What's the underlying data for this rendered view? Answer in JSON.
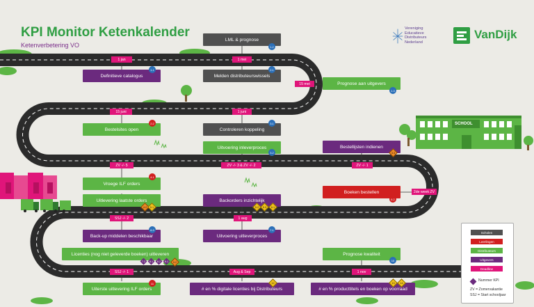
{
  "header": {
    "title": "KPI Monitor Ketenkalender",
    "subtitle": "Ketenverbetering VO"
  },
  "logos": {
    "vedn_lines": "Vereniging\nEducatieve\nDistributeurs\nNederland",
    "vandijk": "VanDijk"
  },
  "colors": {
    "scholen": "#505050",
    "leerlingen": "#d11f1f",
    "distributeurs": "#5cb545",
    "uitgevers": "#6b2a7e",
    "deadline": "#e0157a",
    "road": "#2b2b2b",
    "background": "#ecebe6"
  },
  "dates": {
    "jan1": "1 jan",
    "mei1": "1 mei",
    "mei15": "15 mei",
    "juni15": "15 juni",
    "juni1": "1 juni",
    "zv5": "ZV -/- 5",
    "zv3_2": "ZV -/- 3 & ZV -/- 2",
    "zv1": "ZV -/- 1",
    "week2": "2de week ZV",
    "ssj2": "SSJ -/- 2",
    "aug1": "1 aug",
    "ssj1": "SSJ -/- 1",
    "augsep": "Aug & Sep",
    "nov1": "1 nov"
  },
  "boxes": {
    "lml": "LML & prognose",
    "catalogus": "Definitieve catalogus",
    "melden": "Melden distributeurswissels",
    "prognose_uitgevers": "Prognose aan uitgevers",
    "bestelsites": "Bestelsites open",
    "controleren": "Controleren koppeling",
    "inleverproces": "Uitvoering inleverproces",
    "bestellijsten": "Bestellijsten indienen",
    "vroege_ilf": "Vroege ILF orders",
    "laatste_orders": "Uitlevering laatste orders",
    "backorders": "Backorders inzichtelijk",
    "boeken_bestellen": "Boeken bestellen",
    "backup": "Back-up middelen beschikbaar",
    "uitleverproces": "Uitvoering uitleverproces",
    "licenties": "Licenties (nog niet geleverde boeken) uitleveren",
    "prognose_kwaliteit": "Prognose kwaliteit",
    "ilf_orders": "Uiterste uitlevering ILF orders",
    "digitale": "# en % digitale licenties bij Distributeurs",
    "producttitels": "# en % producttitels en boeken op voorraad"
  },
  "kpis": {
    "k1_2": "1.2",
    "k1_1": "1.1",
    "k2_1": "2.1",
    "k1_3": "1.3",
    "k2_2": "2.2",
    "k3_1": "3.1",
    "k3_2": "3.2",
    "k3_3": "3.3",
    "k4_1": "4.1",
    "k4_2": "4.2",
    "k5_1": "5.1",
    "k5_2": "5.2",
    "k5_3": "5.3",
    "k6_1": "6.1",
    "k6_2": "6.2",
    "k6_3": "6.3",
    "k7_1": "7.1",
    "k7_2": "7.2",
    "k8_1": "8.1",
    "k8_2": "8.2",
    "k9_1": "9.1",
    "k9_2": "9.2",
    "k10": "10",
    "k11": "11",
    "k12": "12",
    "k13": "13",
    "k14": "14",
    "k15": "15"
  },
  "school": {
    "label": "SCHOOL"
  },
  "legend": {
    "scholen": "Scholen",
    "leerlingen": "Leerlingen",
    "distributeurs": "Distributeurs",
    "uitgevers": "Uitgevers",
    "deadline": "Deadline",
    "nummer_kpi": "Nummer KPI",
    "note_zv": "ZV = Zomervakantie",
    "note_ssj": "SSJ = Start schooljaar"
  }
}
